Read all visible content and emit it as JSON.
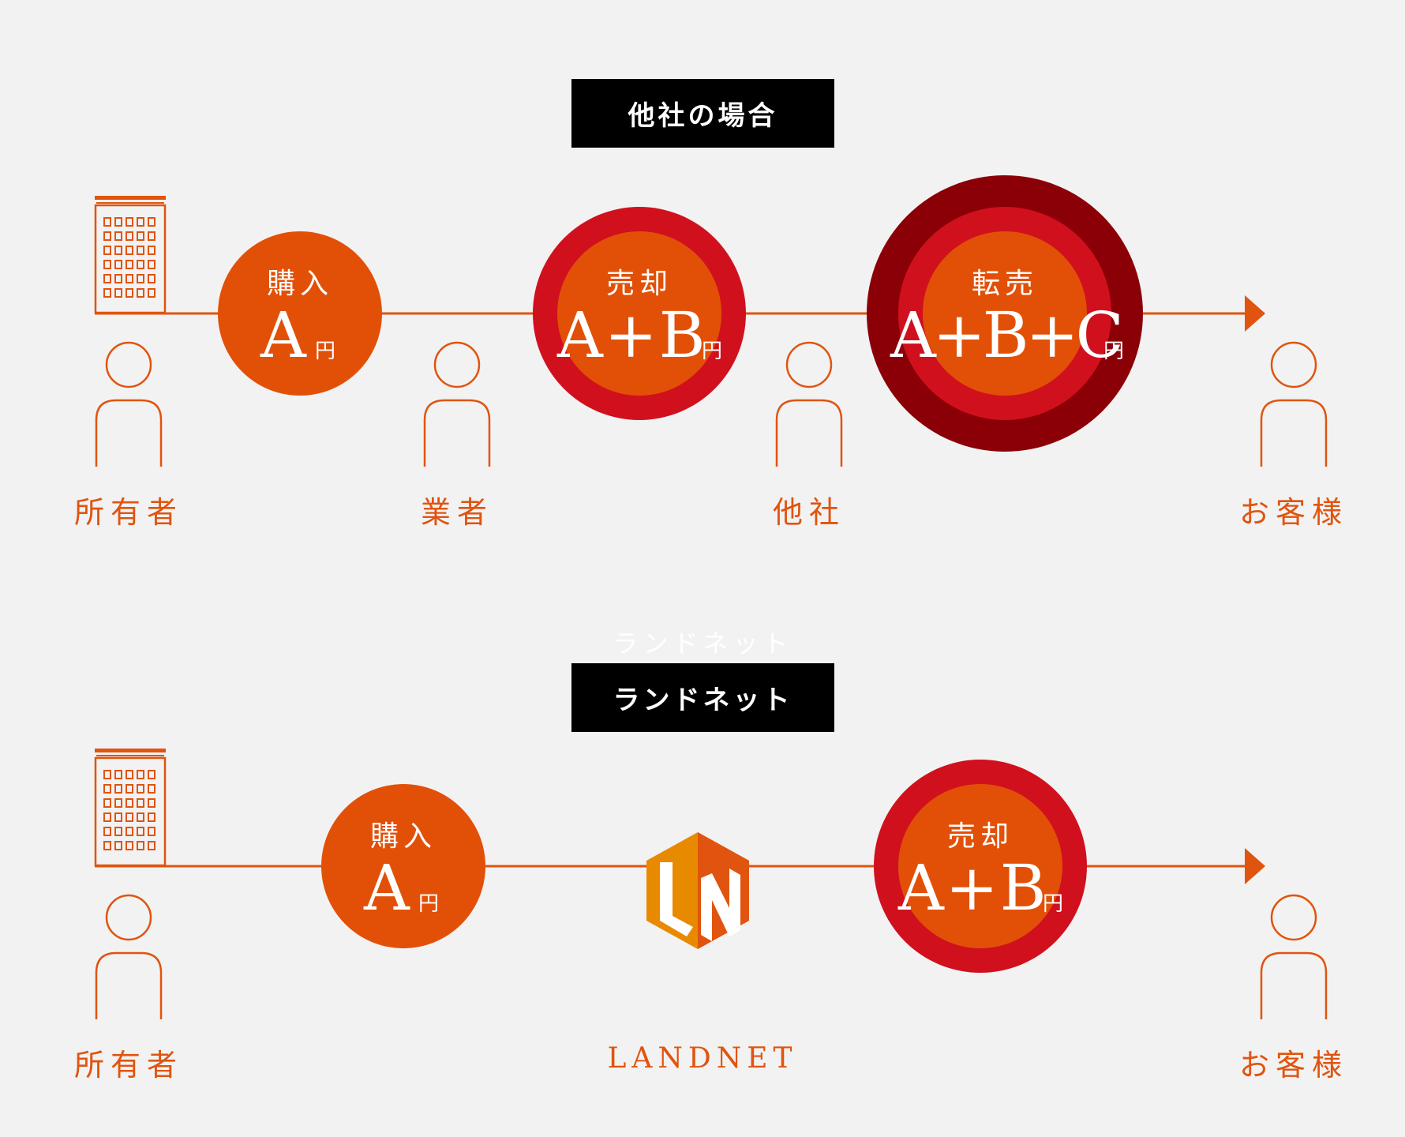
{
  "sections": {
    "others": {
      "title": "他社の場合",
      "people": {
        "owner": "所有者",
        "dealer": "業者",
        "other": "他社",
        "customer": "お客様"
      },
      "purchase": {
        "label": "購入",
        "value": "A",
        "unit": "円"
      },
      "sale": {
        "label": "売却",
        "value": "A+B",
        "unit": "円"
      },
      "resale": {
        "label": "転売",
        "value": "A+B+C",
        "unit": "円"
      }
    },
    "landnet": {
      "ghost_title": "ランドネット",
      "title": "ランドネット",
      "people": {
        "owner": "所有者",
        "customer": "お客様"
      },
      "purchase": {
        "label": "購入",
        "value": "A",
        "unit": "円"
      },
      "sale": {
        "label": "売却",
        "value": "A+B",
        "unit": "円"
      },
      "logo_letters": "LN",
      "brand": "LANDNET"
    }
  },
  "colors": {
    "background": "#f2f2f2",
    "line": "#e0540f",
    "circle_orange": "#e25008",
    "ring_red": "#d1101e",
    "ring_dark": "#8b0007",
    "header_bg": "#000000"
  },
  "icons": [
    "building-icon",
    "person-icon",
    "arrow-head-icon",
    "landnet-logo"
  ]
}
